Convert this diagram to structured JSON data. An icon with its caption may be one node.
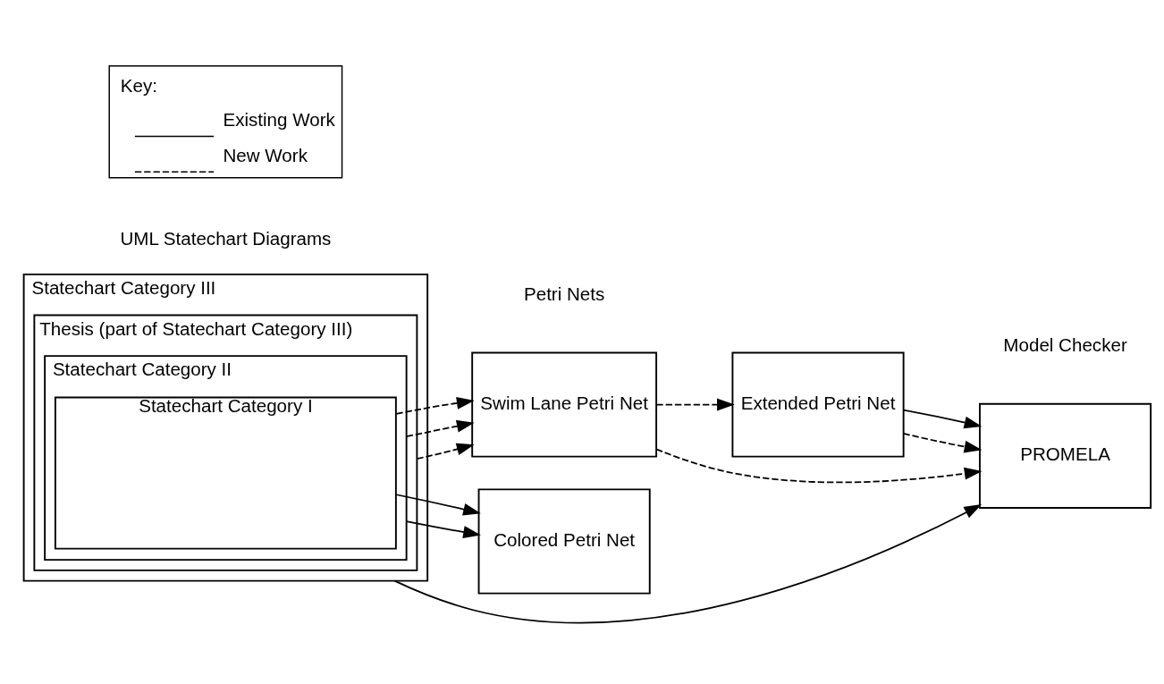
{
  "diagram": {
    "nodes": [
      {
        "text": [
          "Statechart Category III"
        ]
      },
      {
        "text": [
          "Thesis (part of Statechart Category III)"
        ],
        "in": 0
      },
      {
        "text": [
          "Statechart Category II"
        ],
        "in": 1
      },
      {
        "text": [
          "Statechart Category I"
        ],
        "in": 2
      },
      {
        "text": [
          "Swim Lane Petri Net"
        ]
      },
      {
        "text": [
          "Extended Petri Net"
        ]
      },
      {
        "text": [
          "Colored Petri Net"
        ]
      },
      {
        "text": [
          "PROMELA"
        ],
        "beside": [
          "Model Checker"
        ]
      }
    ],
    "edges": [
      {
        "from": 1,
        "to": 4,
        "arrow": "to",
        "style": "dashed"
      },
      {
        "from": 2,
        "to": 4,
        "arrow": "to",
        "style": "dashed"
      },
      {
        "from": 3,
        "to": 4,
        "arrow": "to",
        "style": "dashed"
      },
      {
        "from": 4,
        "to": 5,
        "arrow": "to",
        "style": "dashed"
      },
      {
        "from": 2,
        "to": 6,
        "arrow": "to"
      },
      {
        "from": 3,
        "to": 6,
        "arrow": "to"
      },
      {
        "from": 0,
        "to": 7,
        "arrow": "to"
      },
      {
        "from": 4,
        "to": 7,
        "arrow": "to",
        "style": "dashed"
      },
      {
        "from": 5,
        "to": 7,
        "arrow": "to",
        "style": "dashed"
      },
      {
        "from": 5,
        "to": 7,
        "arrow": "to"
      }
    ],
    "labels": [
      "UML Statechart Diagrams",
      "Petri Nets",
      "Key:"
    ],
    "legend": [
      {
        "text": "Existing Work"
      },
      {
        "text": "New Work"
      }
    ]
  }
}
